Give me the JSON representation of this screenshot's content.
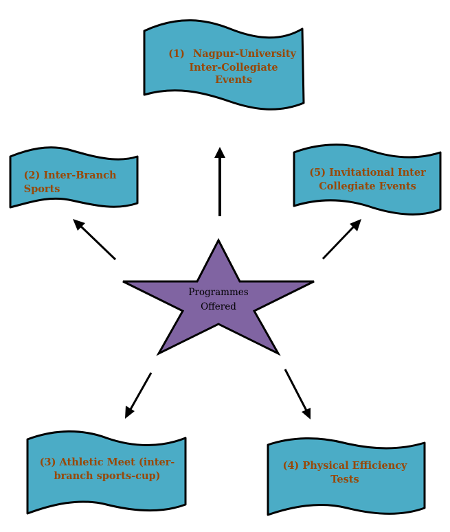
{
  "center": {
    "lines": [
      "Programmes",
      "Offered"
    ],
    "fill": "#8064a2"
  },
  "programmes": [
    {
      "number": "(1)",
      "lines": [
        "Nagpur-University",
        "Inter-Collegiate",
        "Events"
      ]
    },
    {
      "lines": [
        "(2) Inter-Branch",
        "Sports"
      ]
    },
    {
      "lines": [
        "(3) Athletic Meet (inter-",
        "branch sports-cup)"
      ]
    },
    {
      "lines": [
        "(4) Physical Efficiency",
        "Tests"
      ]
    },
    {
      "lines": [
        "(5) Invitational Inter",
        "Collegiate Events"
      ]
    }
  ],
  "colors": {
    "flag_fill": "#4bacc6",
    "flag_text": "#984807",
    "outline": "#000000"
  }
}
